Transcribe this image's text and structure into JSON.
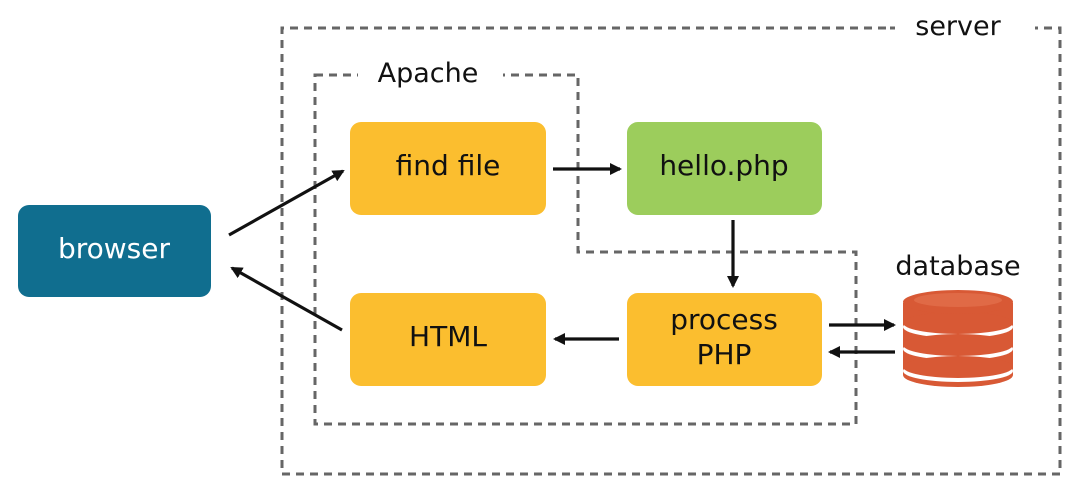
{
  "regions": {
    "server": "server",
    "apache": "Apache"
  },
  "nodes": {
    "browser": "browser",
    "find_file": "find file",
    "hello_php": "hello.php",
    "process_php_line1": "process",
    "process_php_line2": "PHP",
    "html": "HTML",
    "database": "database"
  },
  "colors": {
    "browser": "#106e8f",
    "orange": "#fbbe2f",
    "green": "#9ccd5c",
    "database": "#d85935",
    "database_rings": "#ffffff",
    "boundary": "#666666",
    "arrow": "#111111"
  },
  "icons": {
    "database": "database-cylinder-icon"
  }
}
